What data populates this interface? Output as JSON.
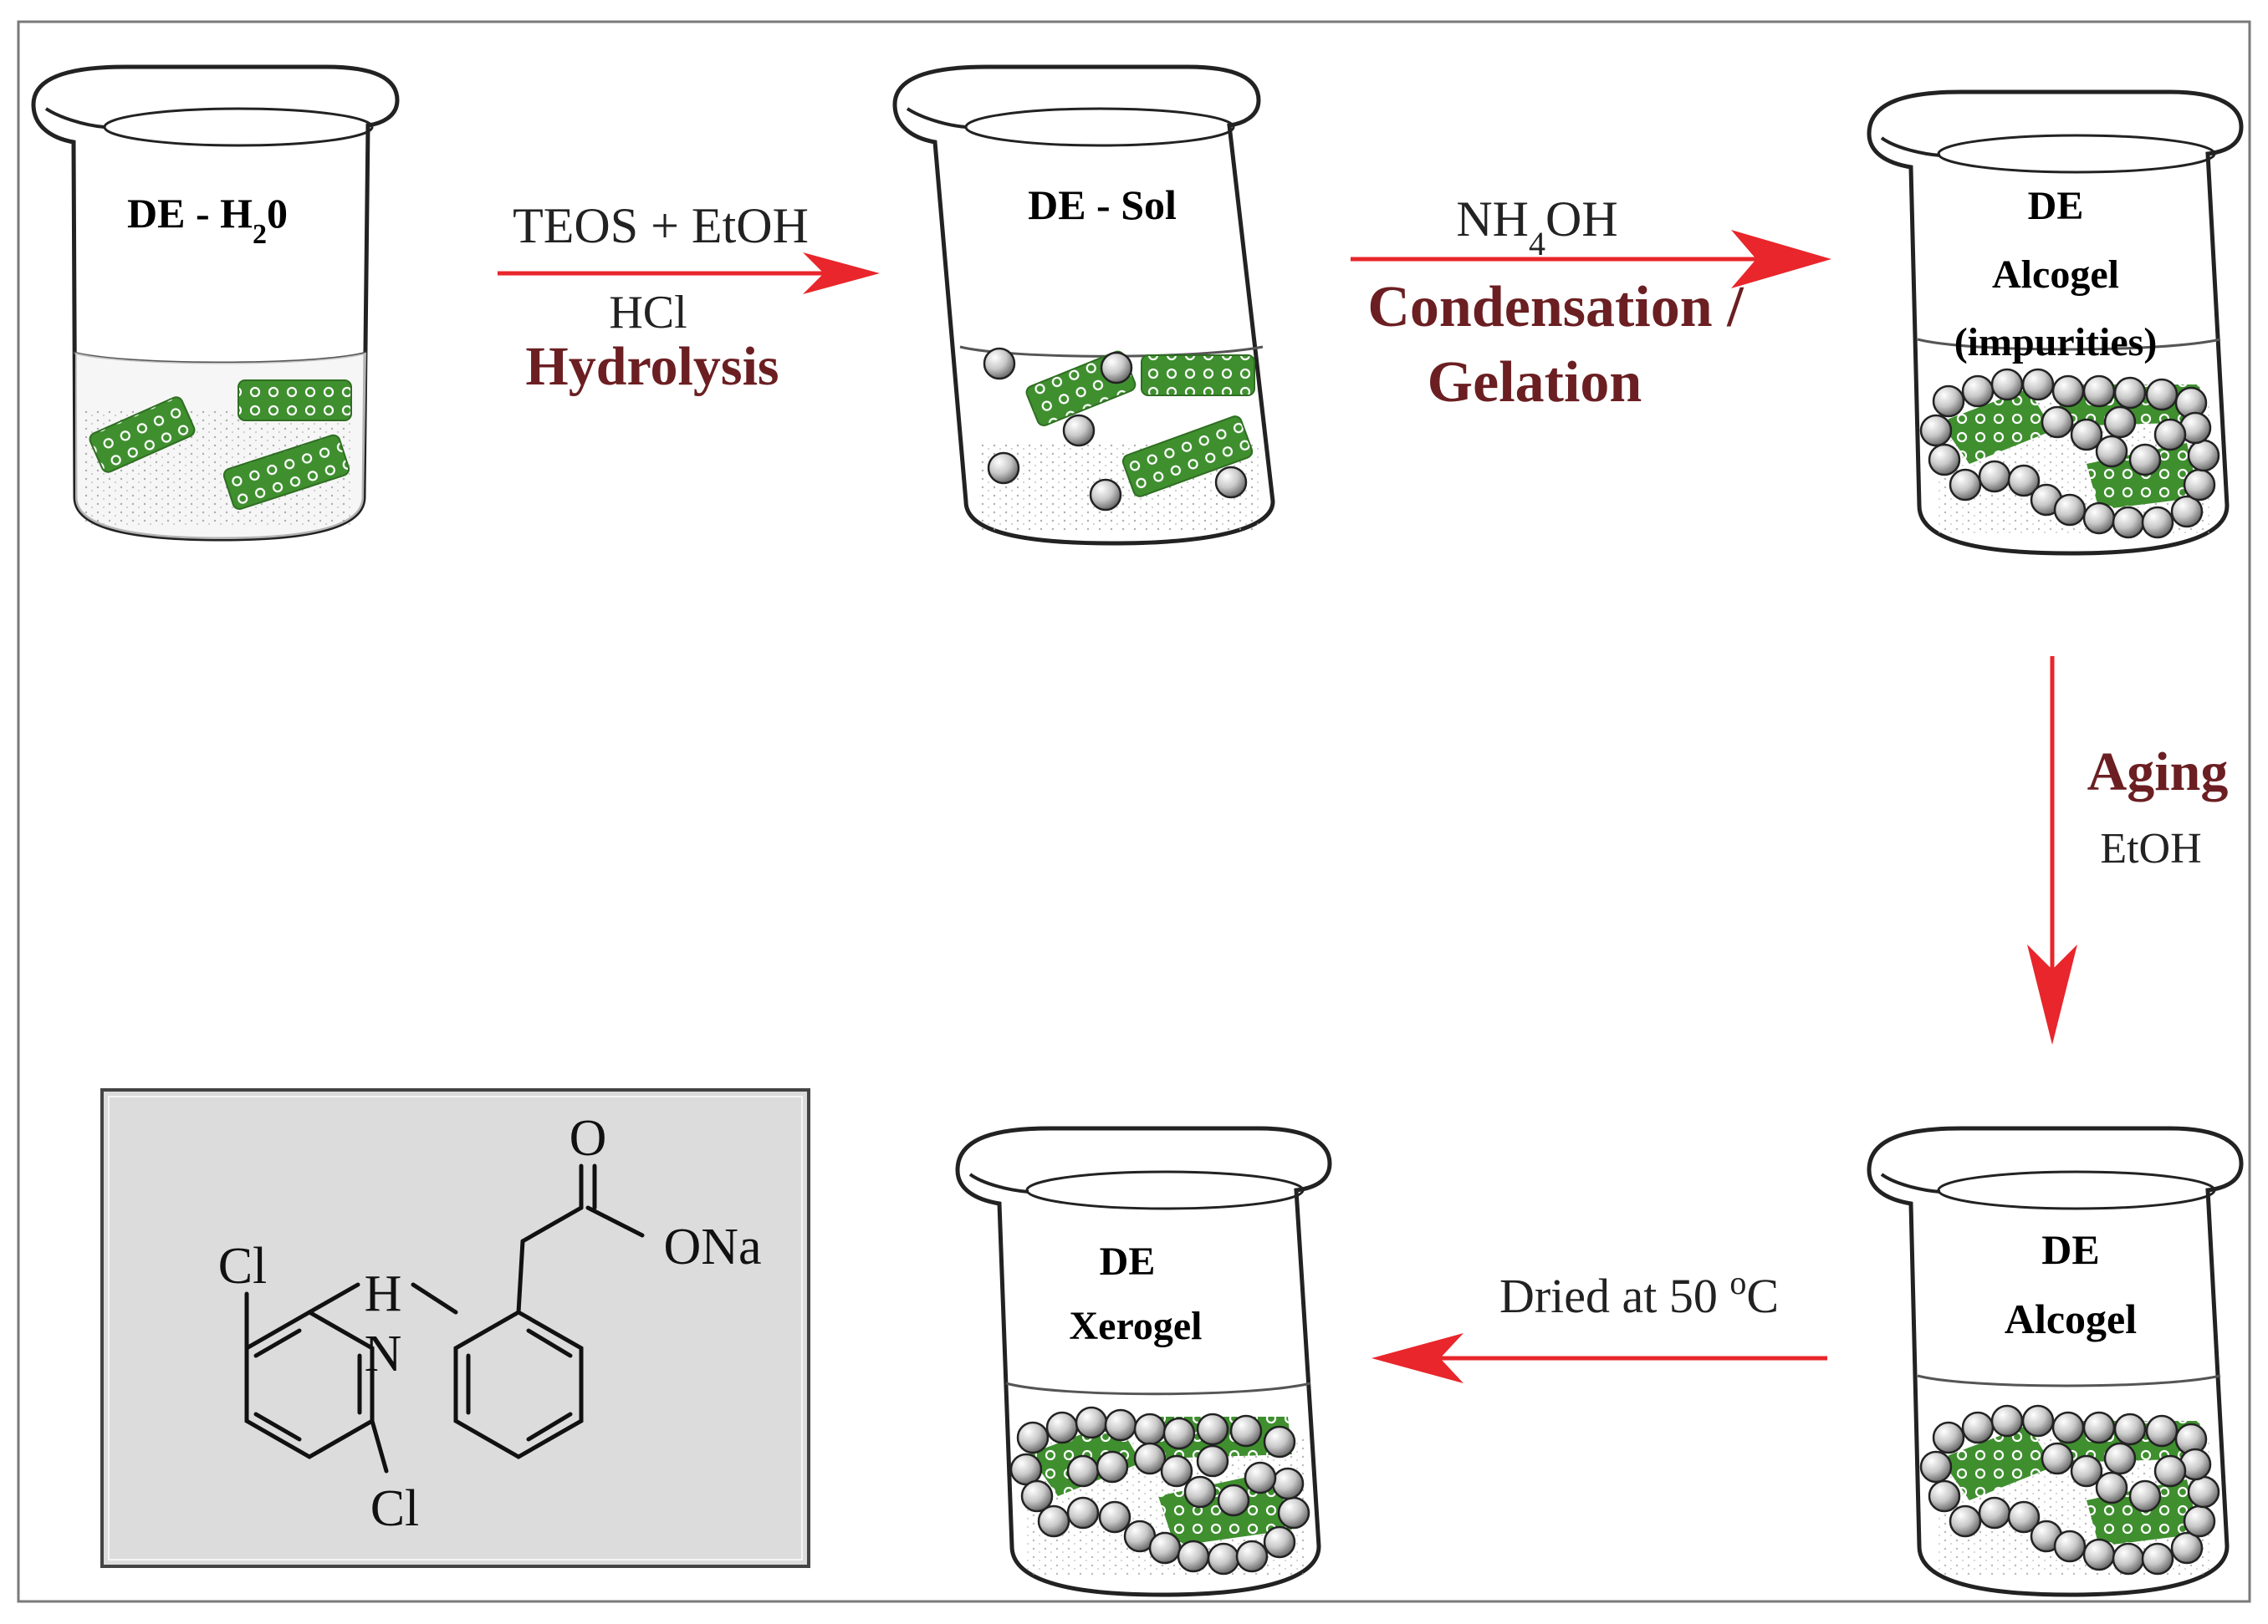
{
  "beakers": {
    "de_h2o": {
      "label_main": "DE - H",
      "label_sub": "2",
      "label_tail": "0"
    },
    "de_sol": {
      "label": "DE - Sol"
    },
    "alcogel_impurities": {
      "line1": "DE",
      "line2": "Alcogel",
      "line3": "(impurities)"
    },
    "alcogel": {
      "line1": "DE",
      "line2": "Alcogel"
    },
    "xerogel": {
      "line1": "DE",
      "line2": "Xerogel"
    }
  },
  "steps": {
    "hydrolysis": {
      "reagent_top": "TEOS + EtOH",
      "reagent_bottom": "HCl",
      "name": "Hydrolysis"
    },
    "condensation": {
      "reagent_main": "NH",
      "reagent_sub": "4",
      "reagent_tail": "OH",
      "name_line1": "Condensation /",
      "name_line2": "Gelation"
    },
    "aging": {
      "name": "Aging",
      "reagent": "EtOH"
    },
    "drying": {
      "text_main": "Dried at 50 ",
      "text_sup": "o",
      "text_tail": "C"
    }
  },
  "structure": {
    "atom_o": "O",
    "atom_ona": "ONa",
    "atom_cl_top": "Cl",
    "atom_cl_bottom": "Cl",
    "atom_h": "H",
    "atom_n": "N"
  },
  "colors": {
    "arrow": "#e8262b",
    "step_name": "#6b1f22",
    "particle_green": "#3f8f2f",
    "structure_box": "#dcdcdc"
  }
}
